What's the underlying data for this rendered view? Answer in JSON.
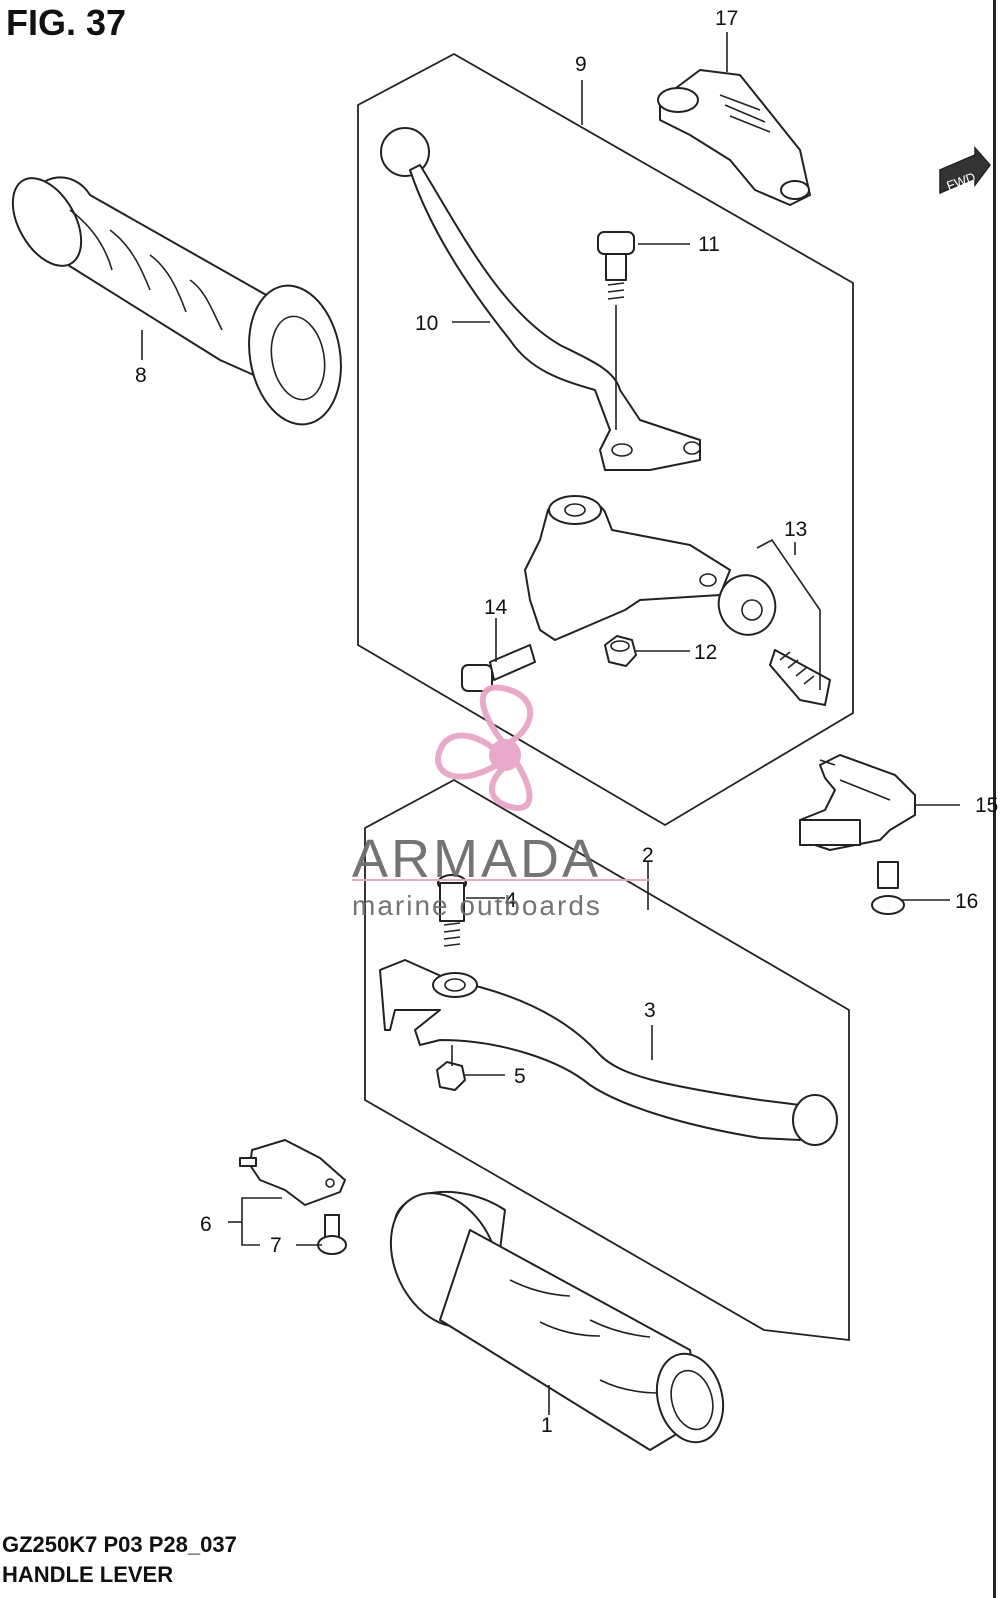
{
  "figure": {
    "title": "FIG. 37",
    "model_code": "GZ250K7 P03 P28_037",
    "section_name": "HANDLE LEVER",
    "fwd_label": "FWD"
  },
  "callouts": [
    "1",
    "2",
    "3",
    "4",
    "5",
    "6",
    "7",
    "8",
    "9",
    "10",
    "11",
    "12",
    "13",
    "14",
    "15",
    "16",
    "17"
  ],
  "watermark": {
    "brand": "ARMADA",
    "tagline": "marine outboards",
    "logo_color": "#e8a6c8",
    "text_color": "#6d6d6d"
  },
  "icons": [
    "propeller-logo-icon",
    "fwd-arrow-icon"
  ]
}
